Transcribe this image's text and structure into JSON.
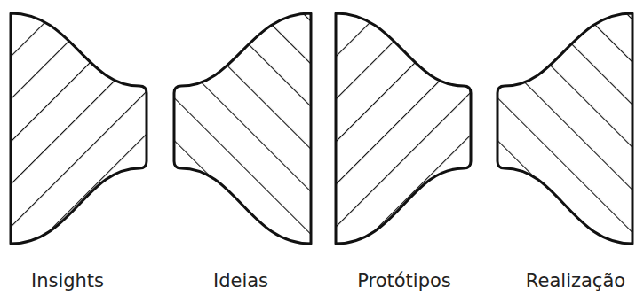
{
  "diagram": {
    "nodes": [
      {
        "text": [
          "Insights"
        ]
      },
      {
        "text": [
          "Ideias"
        ]
      },
      {
        "text": [
          "Protótipos"
        ]
      },
      {
        "text": [
          "Realização"
        ]
      }
    ]
  }
}
